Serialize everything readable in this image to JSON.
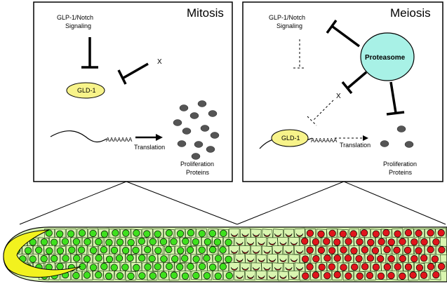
{
  "panels": {
    "mitosis": {
      "title": "Mitosis",
      "signal_line1": "GLP-1/Notch",
      "signal_line2": "Signaling",
      "x_mark": "X",
      "gld_label": "GLD-1",
      "polya": "AAAAAAA",
      "translation": "Translation",
      "output_line1": "Proliferation",
      "output_line2": "Proteins"
    },
    "meiosis": {
      "title": "Meiosis",
      "signal_line1": "GLP-1/Notch",
      "signal_line2": "Signaling",
      "proteasome": "Proteasome",
      "x_mark": "X",
      "gld_label": "GLD-1",
      "polya": "AAAAAAA",
      "translation": "Translation",
      "output_line1": "Proliferation",
      "output_line2": "Proteins"
    }
  },
  "colors": {
    "gld_fill": "#f7f38a",
    "proteasome_fill": "#a8f1e6",
    "tissue_fill": "#d9f5b0",
    "mitotic_cell": "#3fe01e",
    "meiotic_cell": "#e0161c",
    "distal_tip": "#f2f21e",
    "protein_dot": "#555555"
  },
  "icons": {
    "inhibition": "t-bar-inhibition-icon",
    "activation": "arrow-icon"
  }
}
